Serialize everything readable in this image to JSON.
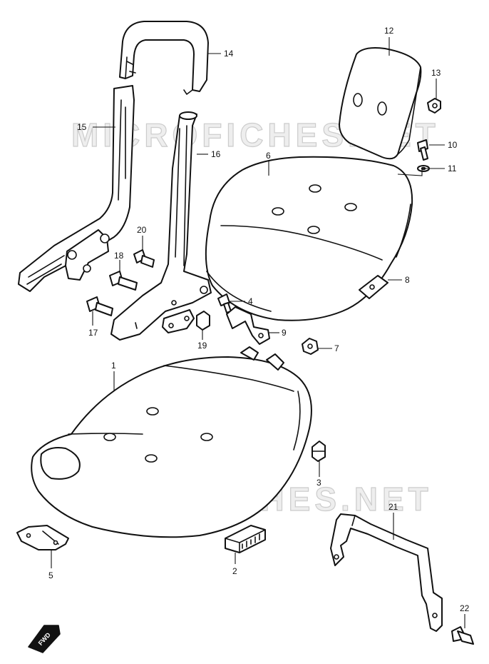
{
  "watermark": "MICROFICHES.NET",
  "direction_marker": {
    "label": "FWD",
    "icon": "fwd-arrow-icon"
  },
  "callouts": [
    {
      "id": "1",
      "label": "1"
    },
    {
      "id": "2",
      "label": "2"
    },
    {
      "id": "3",
      "label": "3"
    },
    {
      "id": "4",
      "label": "4"
    },
    {
      "id": "5",
      "label": "5"
    },
    {
      "id": "6",
      "label": "6"
    },
    {
      "id": "7",
      "label": "7"
    },
    {
      "id": "8",
      "label": "8"
    },
    {
      "id": "9",
      "label": "9"
    },
    {
      "id": "10",
      "label": "10"
    },
    {
      "id": "11",
      "label": "11"
    },
    {
      "id": "12",
      "label": "12"
    },
    {
      "id": "13",
      "label": "13"
    },
    {
      "id": "14",
      "label": "14"
    },
    {
      "id": "15",
      "label": "15"
    },
    {
      "id": "16",
      "label": "16"
    },
    {
      "id": "17",
      "label": "17"
    },
    {
      "id": "18",
      "label": "18"
    },
    {
      "id": "19",
      "label": "19"
    },
    {
      "id": "20",
      "label": "20"
    },
    {
      "id": "21",
      "label": "21"
    },
    {
      "id": "22",
      "label": "22"
    }
  ]
}
